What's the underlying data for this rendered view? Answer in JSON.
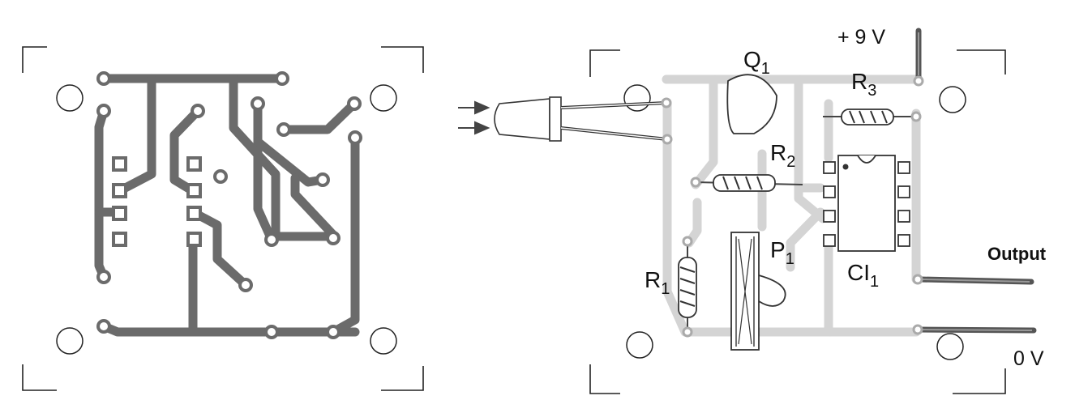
{
  "labels": {
    "q1": "Q",
    "q1_sub": "1",
    "r1": "R",
    "r1_sub": "1",
    "r2": "R",
    "r2_sub": "2",
    "r3": "R",
    "r3_sub": "3",
    "p1": "P",
    "p1_sub": "1",
    "ci1": "CI",
    "ci1_sub": "1",
    "supply": "+ 9 V",
    "output": "Output",
    "ground": "0 V"
  },
  "colors": {
    "foil": "#6b6b6b",
    "ghost_track": "#d4d4d4",
    "ink": "#111111"
  }
}
